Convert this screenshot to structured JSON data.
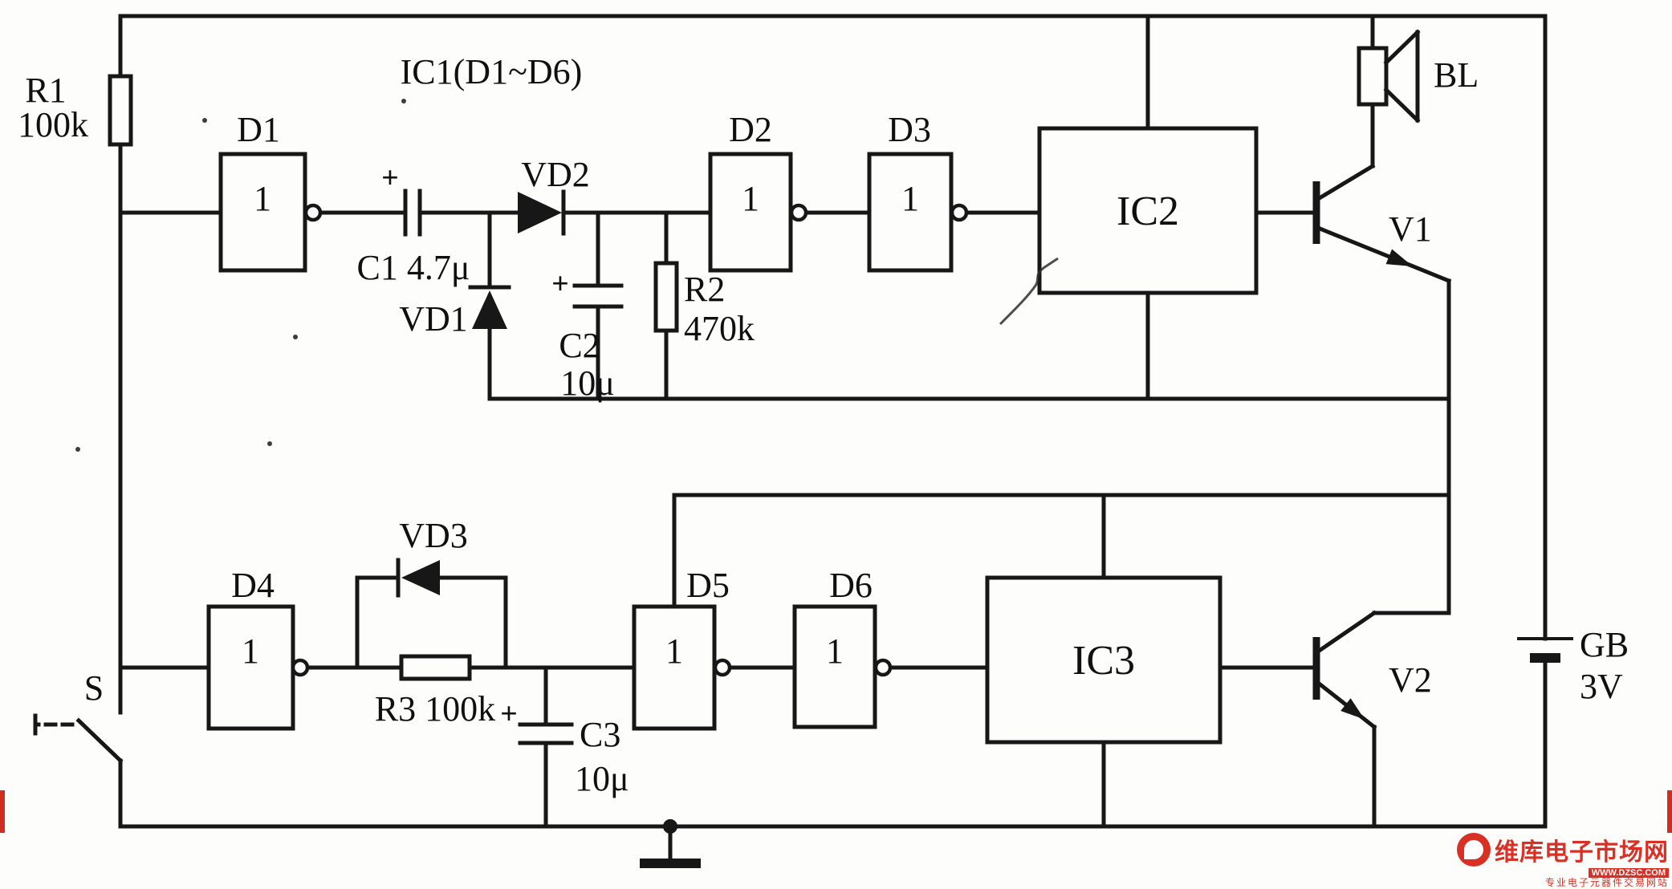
{
  "colors": {
    "ink": "#171717",
    "watermark_red": "#d93025"
  },
  "schematic": {
    "ic1_group_label": "IC1(D1~D6)",
    "gates": {
      "d1": {
        "label": "D1",
        "value": "1"
      },
      "d2": {
        "label": "D2",
        "value": "1"
      },
      "d3": {
        "label": "D3",
        "value": "1"
      },
      "d4": {
        "label": "D4",
        "value": "1"
      },
      "d5": {
        "label": "D5",
        "value": "1"
      },
      "d6": {
        "label": "D6",
        "value": "1"
      }
    },
    "resistors": {
      "r1": {
        "label": "R1",
        "value": "100k"
      },
      "r2": {
        "label": "R2",
        "value": "470k"
      },
      "r3": {
        "label": "R3 100k"
      }
    },
    "capacitors": {
      "c1": {
        "label": "C1 4.7μ",
        "polarity": "+"
      },
      "c2": {
        "label": "C2",
        "value": "10μ",
        "polarity": "+"
      },
      "c3": {
        "label": "C3",
        "value": "10μ",
        "polarity": "+"
      }
    },
    "diodes": {
      "vd1": {
        "label": "VD1"
      },
      "vd2": {
        "label": "VD2"
      },
      "vd3": {
        "label": "VD3"
      }
    },
    "ics": {
      "ic2": {
        "label": "IC2"
      },
      "ic3": {
        "label": "IC3"
      }
    },
    "transistors": {
      "v1": {
        "label": "V1"
      },
      "v2": {
        "label": "V2"
      }
    },
    "speaker": {
      "label": "BL"
    },
    "battery": {
      "label": "GB",
      "value": "3V"
    },
    "switch": {
      "label": "S"
    }
  },
  "watermark": {
    "brand": "维库电子市场网",
    "url": "WWW.DZSC.COM",
    "tagline": "专业电子元器件交易网站"
  }
}
